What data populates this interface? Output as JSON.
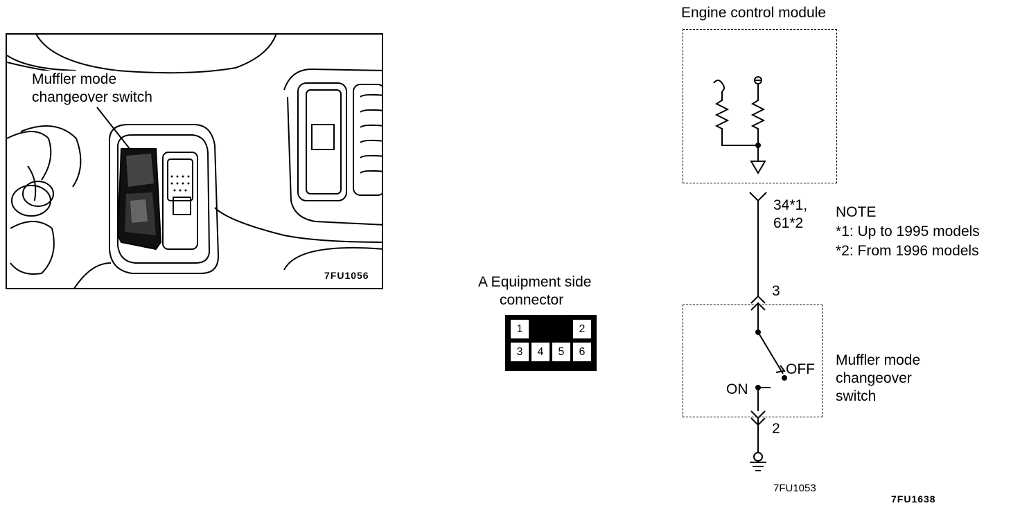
{
  "photo": {
    "callout": [
      "Muffler mode",
      "changeover switch"
    ],
    "code": "7FU1056"
  },
  "connector": {
    "title_line1": "A  Equipment  side",
    "title_line2": "connector",
    "pins": [
      "1",
      "2",
      "3",
      "4",
      "5",
      "6"
    ]
  },
  "circuit": {
    "ecm_label": "Engine control module",
    "wire_top_terms": [
      "34*1,",
      "61*2"
    ],
    "terminal_3": "3",
    "terminal_2": "2",
    "switch_off": "OFF",
    "switch_on": "ON",
    "switch_label": [
      "Muffler  mode",
      "changeover",
      "switch"
    ],
    "note_title": "NOTE",
    "notes": [
      "*1: Up to 1995 models",
      "*2: From 1996 models"
    ],
    "code_a": "7FU1053",
    "code_b": "7FU1638"
  }
}
